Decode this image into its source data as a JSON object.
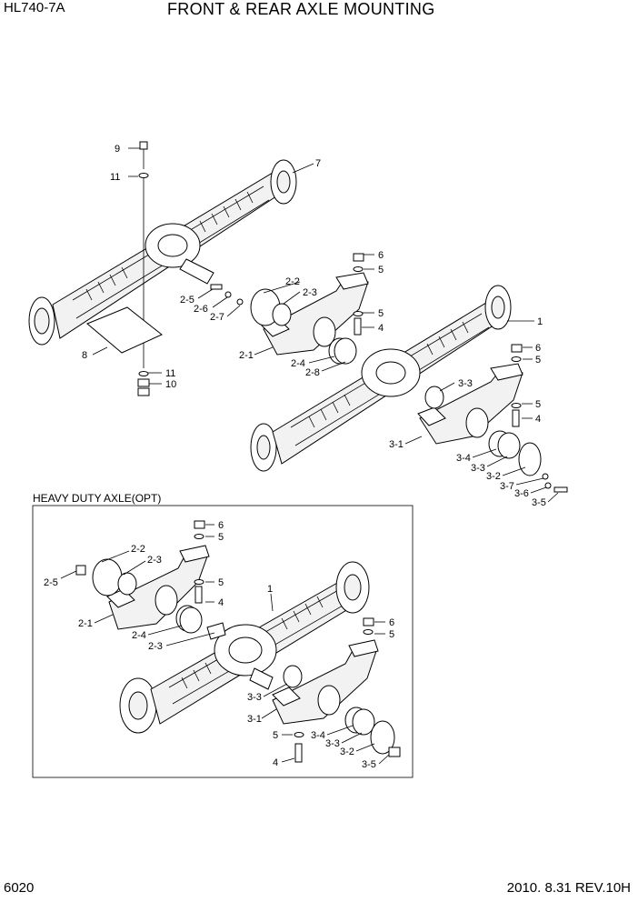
{
  "header": {
    "model": "HL740-7A",
    "title": "FRONT & REAR AXLE MOUNTING"
  },
  "section": {
    "label": "HEAVY DUTY AXLE(OPT)"
  },
  "footer": {
    "page": "6020",
    "revision": "2010. 8.31  REV.10H"
  },
  "callouts": {
    "top": [
      "9",
      "11",
      "7",
      "6",
      "5",
      "2-2",
      "2-3",
      "2-5",
      "2-6",
      "2-7",
      "5",
      "4",
      "8",
      "2-1",
      "2-4",
      "2-8",
      "1",
      "6",
      "5",
      "11",
      "10",
      "3-3",
      "5",
      "4",
      "3-1",
      "3-4",
      "3-3",
      "3-2",
      "3-7",
      "3-6",
      "3-5"
    ],
    "heavy": [
      "6",
      "5",
      "2-2",
      "2-3",
      "2-5",
      "5",
      "4",
      "1",
      "2-1",
      "2-4",
      "2-3",
      "6",
      "5",
      "3-3",
      "3-1",
      "5",
      "3-4",
      "3-3",
      "3-2",
      "4",
      "3-5"
    ]
  }
}
